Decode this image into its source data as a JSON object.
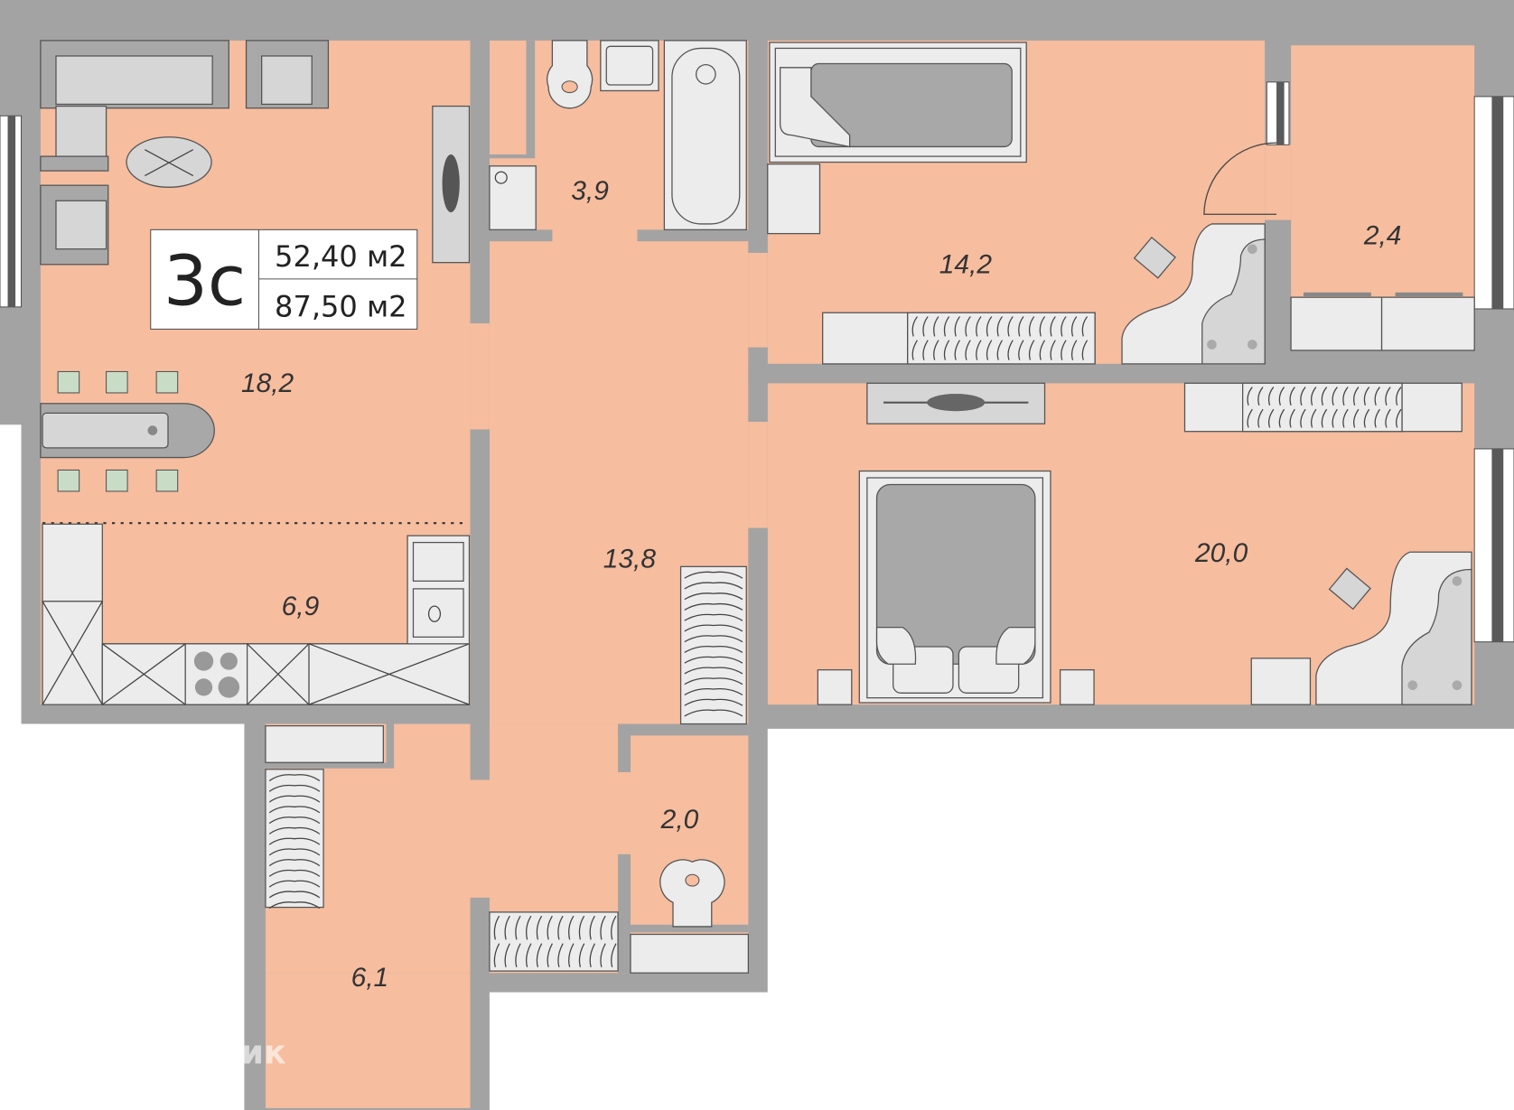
{
  "unit": {
    "type_label": "3с",
    "living_area": "52,40 м2",
    "total_area": "87,50 м2"
  },
  "rooms": {
    "living_room": "18,2",
    "kitchen": "6,9",
    "bathroom": "3,9",
    "corridor": "13,8",
    "bedroom_1": "14,2",
    "dressing_room": "2,4",
    "bedroom_2": "20,0",
    "toilet": "2,0",
    "hall": "6,1"
  },
  "watermark": "Домклик",
  "colors": {
    "floor": "#f6bd9f",
    "wall": "#a3a3a3",
    "furniture": "#ececec"
  }
}
